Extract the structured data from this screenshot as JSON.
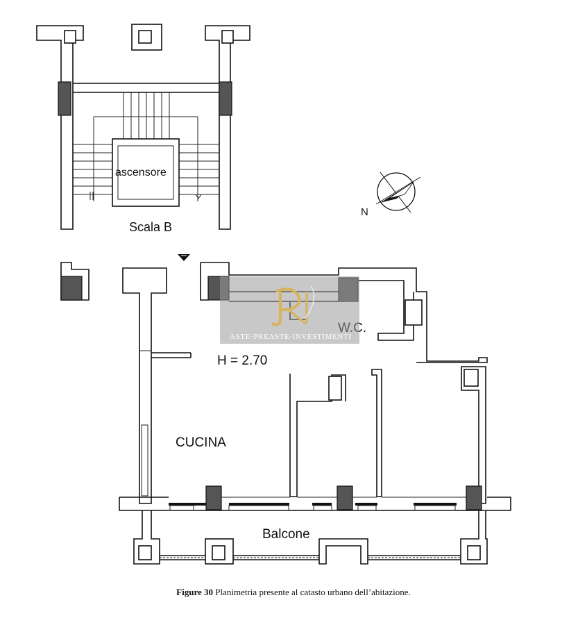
{
  "labels": {
    "stair_label": "Scala B",
    "elevator_label": "ascensore",
    "north_label": "N",
    "wc_label": "W.C.",
    "height_label": "H = 2.70",
    "kitchen_label": "CUCINA",
    "balcony_label": "Balcone"
  },
  "watermark": {
    "text": "ASTE·PREASTE·INVESTIMENTI",
    "logo": "RI"
  },
  "caption": {
    "figure_number": "Figure 30",
    "text": " Planimetria presente al catasto urbano dell’abitazione."
  },
  "colors": {
    "line": "#111111",
    "pillar_hatch": "#555555",
    "watermark_band": "#9a9a9a",
    "watermark_gold": "#d8b35a"
  }
}
